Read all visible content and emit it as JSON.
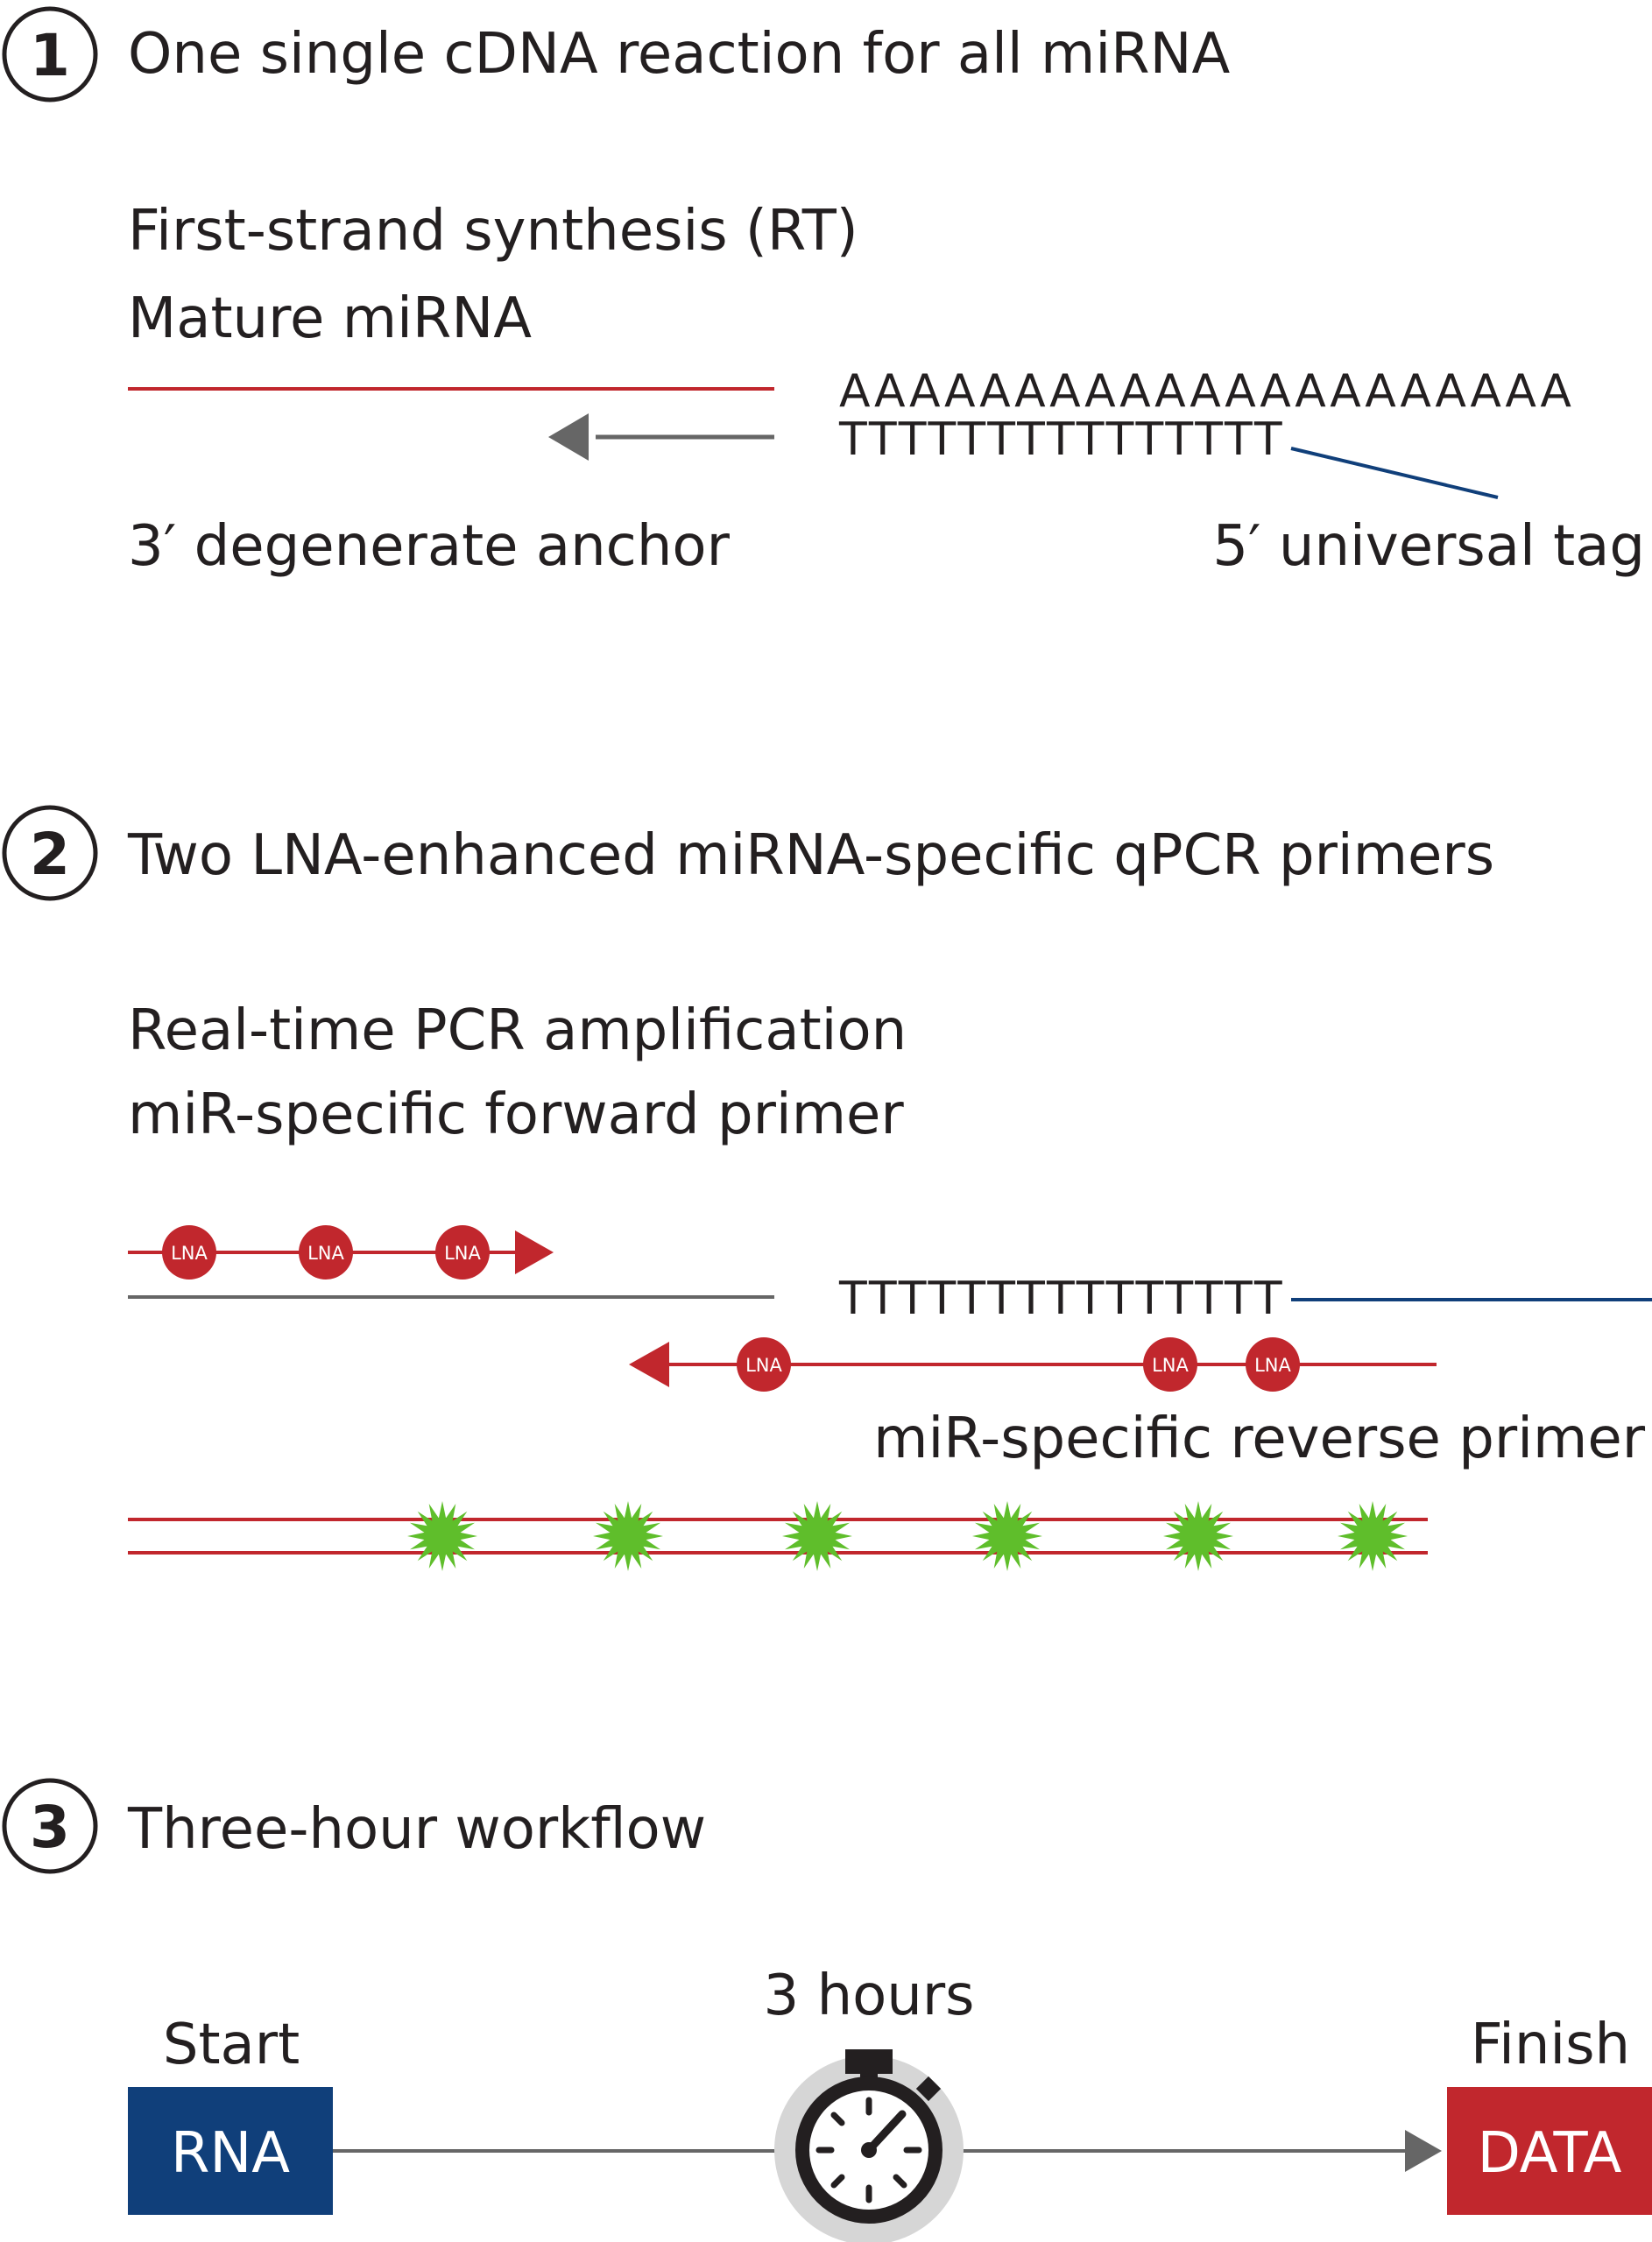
{
  "steps": [
    {
      "number": "1",
      "title": "One single cDNA reaction for all miRNA"
    },
    {
      "number": "2",
      "title": "Two LNA-enhanced miRNA-specific qPCR primers"
    },
    {
      "number": "3",
      "title": "Three-hour workflow"
    }
  ],
  "step1": {
    "subtitle": "First-strand synthesis (RT)",
    "strand_label": "Mature miRNA",
    "poly_a": "AAAAAAAAAAAAAAAAAAAAA",
    "poly_t": "TTTTTTTTTTTTTTT",
    "anchor_label": "3′ degenerate anchor",
    "tag_label": "5′ universal tag"
  },
  "step2": {
    "subtitle": "Real-time PCR amplification",
    "forward_label": "miR-specific forward primer",
    "poly_t": "TTTTTTTTTTTTTTT",
    "reverse_label": "miR-specific reverse primer",
    "lna_text": "LNA"
  },
  "step3": {
    "duration": "3 hours",
    "start_label": "Start",
    "finish_label": "Finish",
    "start_box": "RNA",
    "finish_box": "DATA"
  },
  "colors": {
    "red": "#c1272d",
    "blue": "#103f7a",
    "gray": "#666666",
    "green": "#5fbe2b",
    "text": "#231f20"
  },
  "icons": [
    "stopwatch-icon",
    "fluorescence-burst-icon",
    "lna-marker-icon",
    "arrowhead-icon"
  ]
}
